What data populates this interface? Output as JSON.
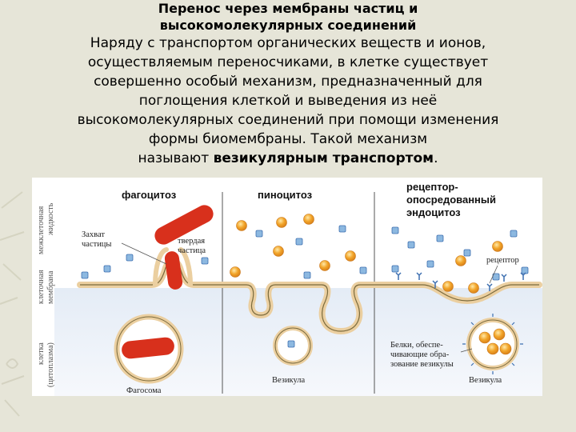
{
  "slide": {
    "title_line1": "Перенос через мембраны частиц и",
    "title_line2": "высокомолекулярных соединений",
    "body_lines": [
      "Наряду с транспортом органических веществ и ионов,",
      "осуществляемым переносчиками, в клетке существует",
      "совершенно особый механизм, предназначенный для",
      "поглощения клеткой и выведения из неё",
      "высокомолекулярных соединений при помощи изменения",
      "формы биомембраны. Такой механизм"
    ],
    "body_last_prefix": "называют ",
    "body_last_bold": "везикулярным транспортом",
    "body_last_suffix": "."
  },
  "figure": {
    "headings": {
      "phagocytosis": "фагоцитоз",
      "pinocytosis": "пиноцитоз",
      "receptor_line1": "рецептор-",
      "receptor_line2": "опосредованный",
      "receptor_line3": "эндоцитоз"
    },
    "side_labels": {
      "extracellular_1": "межклеточная",
      "extracellular_2": "жидкость",
      "membrane_1": "клеточная",
      "membrane_2": "мембрана",
      "cell_1": "клетка",
      "cell_2": "(цитоплазма)"
    },
    "labels": {
      "capture_1": "Захват",
      "capture_2": "частицы",
      "solid_1": "твердая",
      "solid_2": "частица",
      "phagosome": "Фагосома",
      "vesicle_pino": "Везикула",
      "receptor": "рецептор",
      "proteins_1": "Белки, обеспе-",
      "proteins_2": "чивающие обра-",
      "proteins_3": "зование везикулы",
      "vesicle_receptor": "Везикула"
    },
    "colors": {
      "membrane_fill": "#ebcfa0",
      "membrane_line": "#7a6a3c",
      "particle": "#d8301c",
      "cytoplasm_tint": "#eef2f8",
      "orange_dot": "#f2a52a",
      "blue_dot": "#8cb8e0",
      "receptor_blue": "#3d6fb0"
    }
  }
}
